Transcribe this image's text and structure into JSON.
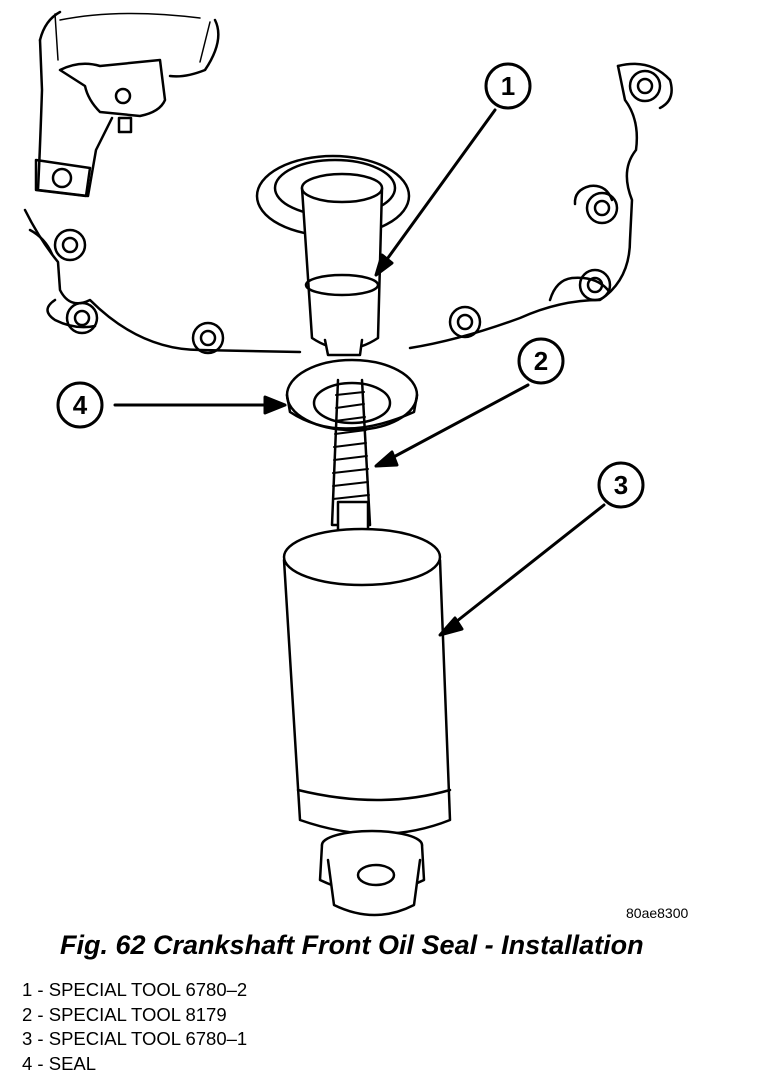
{
  "figure": {
    "ref_code": "80ae8300",
    "caption": "Fig. 62 Crankshaft Front Oil Seal - Installation"
  },
  "callouts": [
    {
      "number": "1"
    },
    {
      "number": "2"
    },
    {
      "number": "3"
    },
    {
      "number": "4"
    }
  ],
  "legend": [
    "1 - SPECIAL TOOL 6780–2",
    "2 - SPECIAL TOOL 8179",
    "3 - SPECIAL TOOL 6780–1",
    "4 - SEAL"
  ]
}
